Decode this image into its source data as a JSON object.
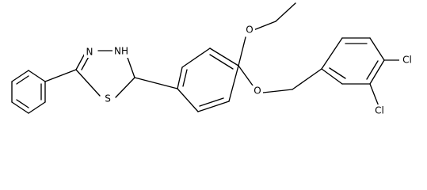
{
  "molecule": {
    "atom_labels": {
      "n_upper": "N",
      "nh": "NH",
      "s": "S",
      "o_ethoxy": "O",
      "o_benzyloxy": "O",
      "cl_upper": "Cl",
      "cl_lower": "Cl"
    },
    "line_color": "#000000",
    "background": "#ffffff"
  }
}
